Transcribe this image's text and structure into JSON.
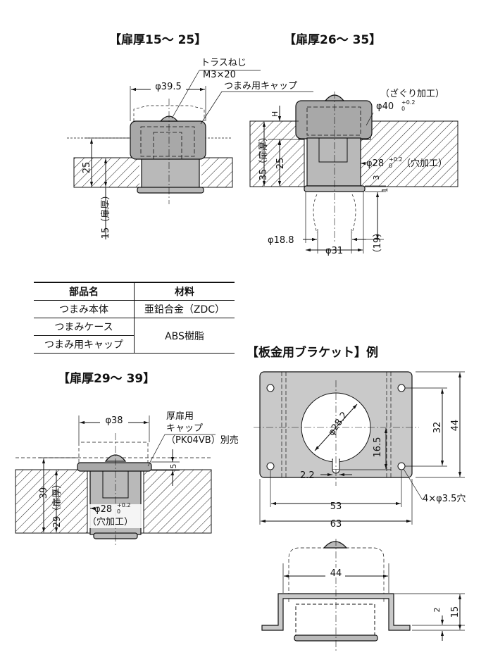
{
  "sections": {
    "s1_title": "【扉厚15～ 25】",
    "s2_title": "【扉厚26～ 35】",
    "s3_title": "【扉厚29～ 39】",
    "s4_title": "【板金用ブラケット】例"
  },
  "s1": {
    "screw": "トラスねじ",
    "screw_size": "M3×20",
    "cap_label": "つまみ用キャップ",
    "dia": "φ39.5",
    "dim25": "25",
    "thick": "15（扉厚）"
  },
  "s2": {
    "counterbore": "（ざぐり加工）",
    "dia40": "φ40",
    "tol40_up": "+0.2",
    "tol40_dn": "0",
    "H": "H",
    "thick": "35（扉厚）",
    "dim25": "25",
    "dia28": "φ28",
    "tol28_up": "+0.2",
    "tol28_dn": "0",
    "hole": "（穴加工）",
    "dim3": "3",
    "dim1": "1",
    "dia18": "φ18.8",
    "dia31": "φ31",
    "dim19": "（19）"
  },
  "table": {
    "h1": "部品名",
    "h2": "材料",
    "r1c1": "つまみ本体",
    "r1c2": "亜鉛合金（ZDC）",
    "r2c1": "つまみケース",
    "r23c2": "ABS樹脂",
    "r3c1": "つまみ用キャップ"
  },
  "s3": {
    "dia38": "φ38",
    "cap1": "厚扉用",
    "cap2": "キャップ",
    "cap3": "（PK04VB）別売",
    "dim5": "5",
    "dim39": "39",
    "thick": "29（扉厚）",
    "dia28": "φ28",
    "tol_up": "+0.2",
    "tol_dn": "0",
    "hole": "（穴加工）"
  },
  "s4": {
    "dia": "φ28.2",
    "d32": "32",
    "d44": "44",
    "d165": "16.5",
    "d22": "2.2",
    "holes": "4×φ3.5穴",
    "d53": "53",
    "d63": "63",
    "d44b": "44",
    "d2": "2",
    "d15": "15"
  }
}
